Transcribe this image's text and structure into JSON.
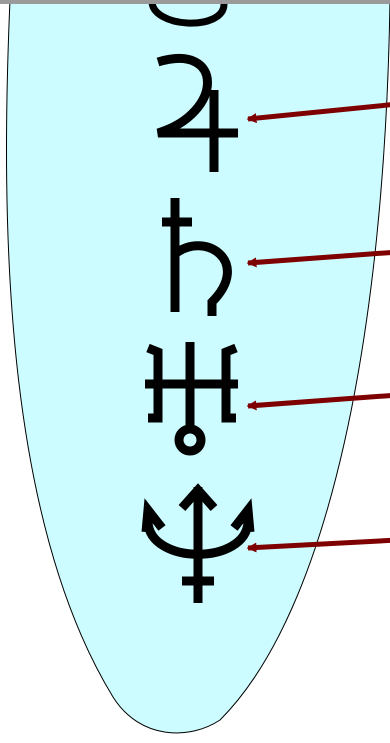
{
  "diagram": {
    "background_color": "#ffffff",
    "shape_fill": "#ccfcff",
    "shape_stroke": "#000000",
    "arrow_color": "#7f0000",
    "glyph_color": "#000000",
    "symbols": [
      {
        "name": "partial-top-symbol",
        "glyph": ""
      },
      {
        "name": "jupiter-symbol",
        "glyph": "♃"
      },
      {
        "name": "saturn-symbol",
        "glyph": "♄"
      },
      {
        "name": "uranus-symbol",
        "glyph": "♅"
      },
      {
        "name": "neptune-symbol",
        "glyph": "♆"
      }
    ]
  }
}
